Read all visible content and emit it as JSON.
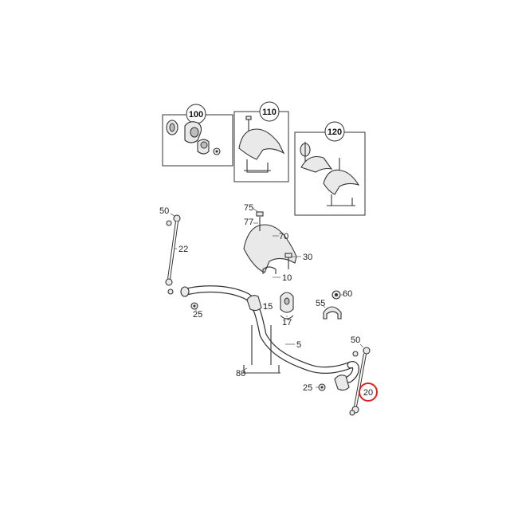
{
  "insets": {
    "inset_100": {
      "label": "100"
    },
    "inset_110": {
      "label": "110"
    },
    "inset_120": {
      "label": "120"
    }
  },
  "callouts": {
    "c75": "75",
    "c77": "77",
    "c70": "70",
    "c30": "30",
    "c10": "10",
    "c15": "15",
    "c17": "17",
    "c60": "60",
    "c55": "55",
    "c50_left": "50",
    "c22": "22",
    "c25_left": "25",
    "c5": "5",
    "c80": "80",
    "c50_right": "50",
    "c25_right": "25",
    "c20": "20"
  },
  "colors": {
    "highlight": "#e0201c",
    "line": "#333333"
  }
}
